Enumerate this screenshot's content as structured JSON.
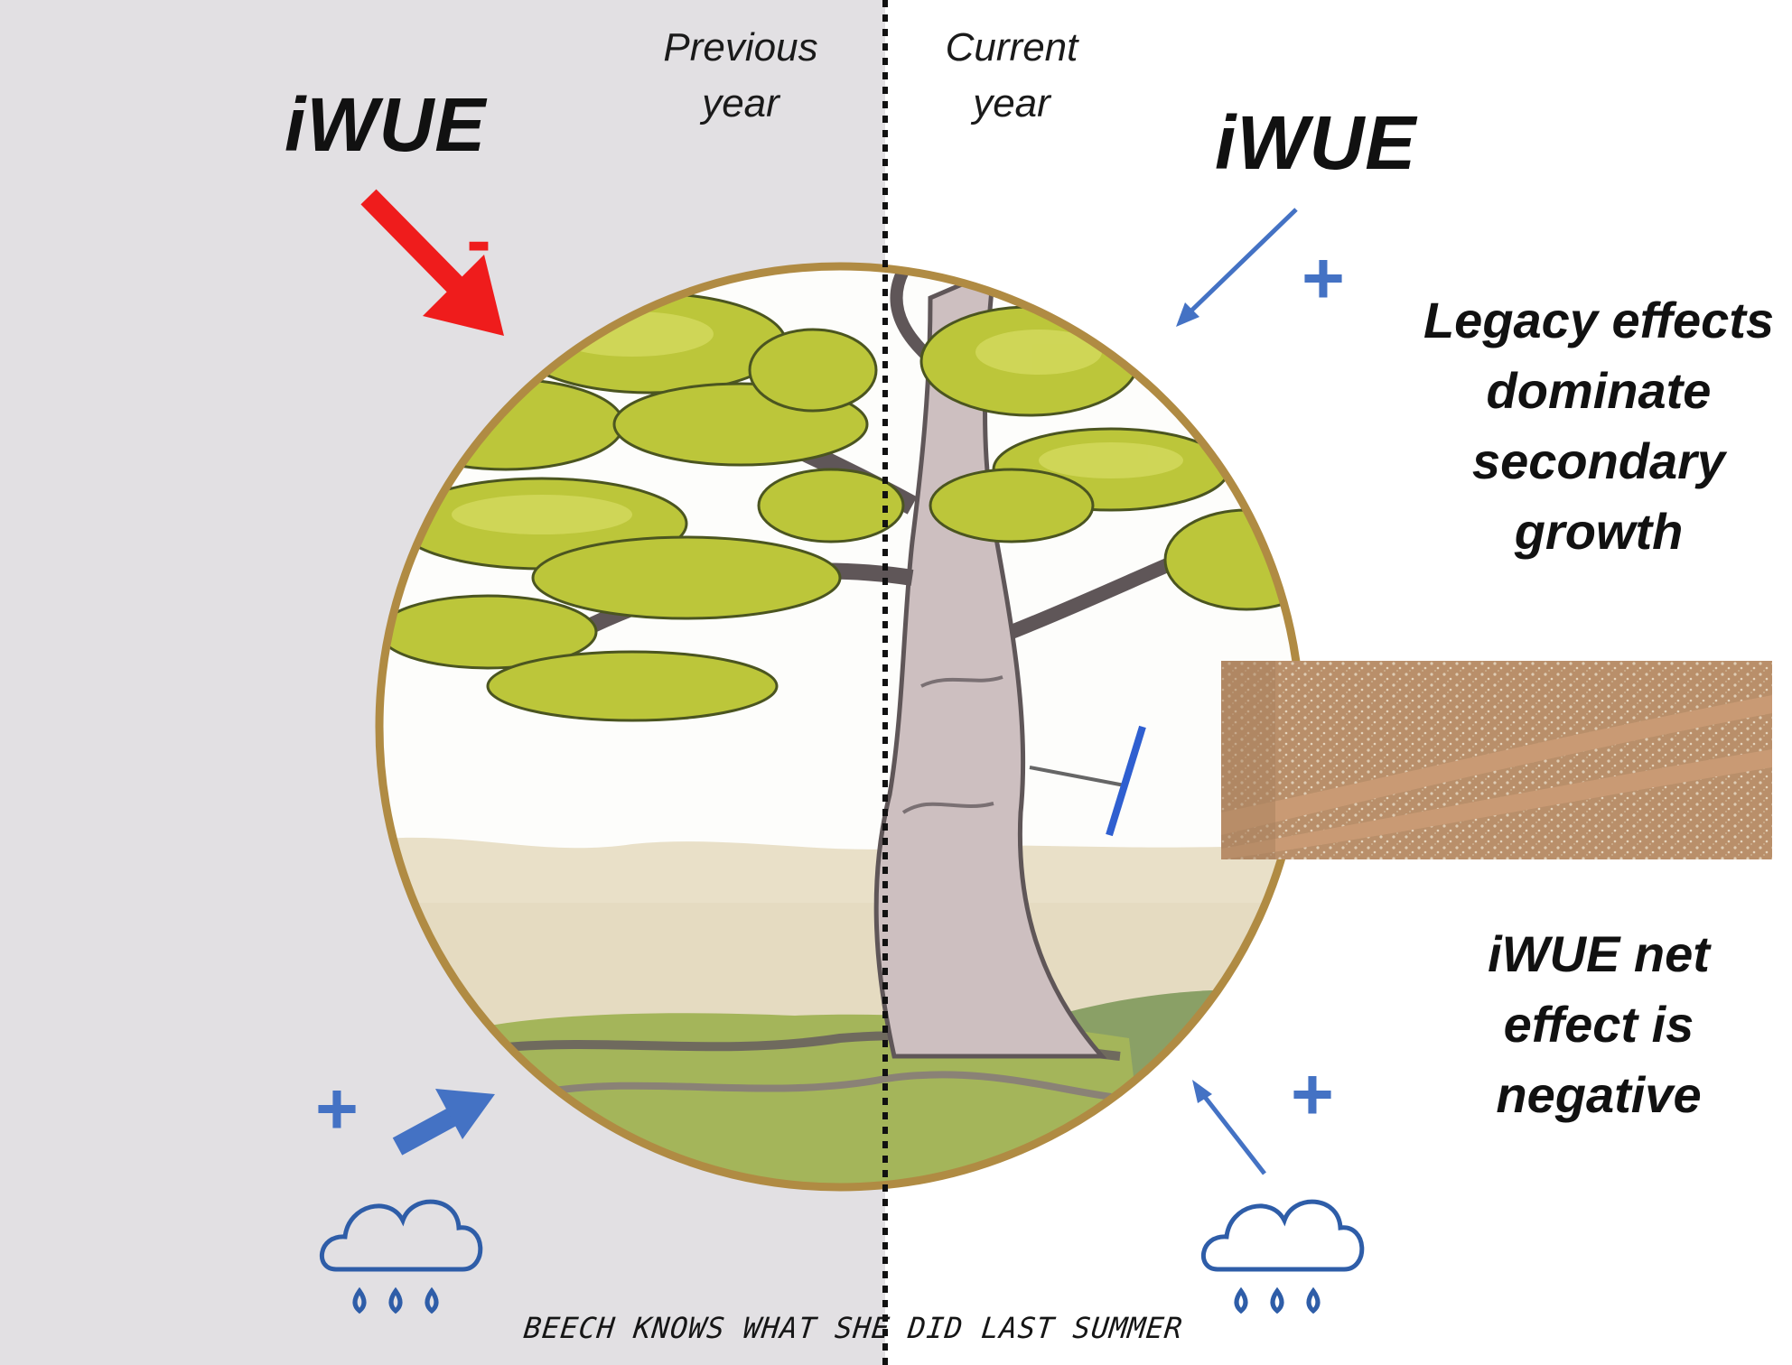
{
  "panels": {
    "left_header": "Previous year",
    "right_header": "Current year"
  },
  "labels": {
    "iwue_left": "iWUE",
    "iwue_right": "iWUE",
    "legacy_effects": "Legacy effects dominate secondary growth",
    "net_effect": "iWUE net effect is negative",
    "motto": "BEECH KNOWS WHAT SHE DID LAST SUMMER"
  },
  "signs": {
    "iwue_previous": "-",
    "iwue_current": "+",
    "precip_previous": "+",
    "precip_current": "+"
  },
  "icons": {
    "previous_precip": "rain-cloud-icon",
    "current_precip": "rain-cloud-icon",
    "illustration": "beech-tree-illustration",
    "wood_sample": "wood-core-texture"
  },
  "colors": {
    "left_panel": "#e2e0e3",
    "negative_arrow": "#ef1c1c",
    "positive_arrow": "#4472c4",
    "frame": "#b08b43",
    "foliage": "#b9c436",
    "trunk": "#c8b9ba",
    "wood": "#b98f6a"
  }
}
